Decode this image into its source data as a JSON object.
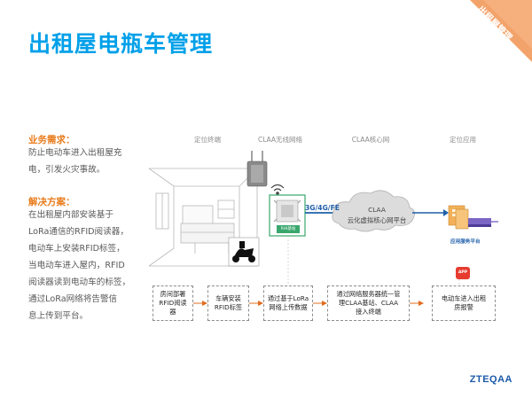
{
  "slide": {
    "title": "出租屋电瓶车管理",
    "corner_label": "出租屋管理",
    "brand": "ZTEQAA"
  },
  "need": {
    "heading": "业务需求：",
    "lines": [
      "防止电动车进入出租屋充",
      "电，引发火灾事故。"
    ]
  },
  "solution": {
    "heading": "解决方案：",
    "lines": [
      "在出租屋内部安装基于",
      "LoRa通信的RFID阅读器，",
      "电动车上安装RFID标签，",
      "当电动车进入屋内，RFID",
      "阅读器读到电动车的标签，",
      "通过LoRa网络将告警信",
      "息上传到平台。"
    ]
  },
  "columns": [
    "定位终端",
    "CLAA无线网络",
    "CLAA核心网",
    "定位应用"
  ],
  "steps": [
    "房间部署\nRFID阅读\n器",
    "车辆安装\nRFID标签",
    "通过基于LoRa\n网络上传数据",
    "通过网络服务器统一管\n理CLAA基站、CLAA\n接入终端",
    "电动车进入出租\n房报警"
  ],
  "diagram": {
    "cloud_line1": "CLAA",
    "cloud_line2": "云化虚拟核心网平台",
    "network_label": "3G/4G/FE",
    "gateway_tag": "RHI基站",
    "platform_label": "应用服务平台",
    "app_badge": "APP"
  },
  "colors": {
    "title": "#00a0e9",
    "heading": "#e87d1e",
    "corner": "#f2a36b",
    "brand": "#1b58a8",
    "network": "#1f5faa"
  }
}
